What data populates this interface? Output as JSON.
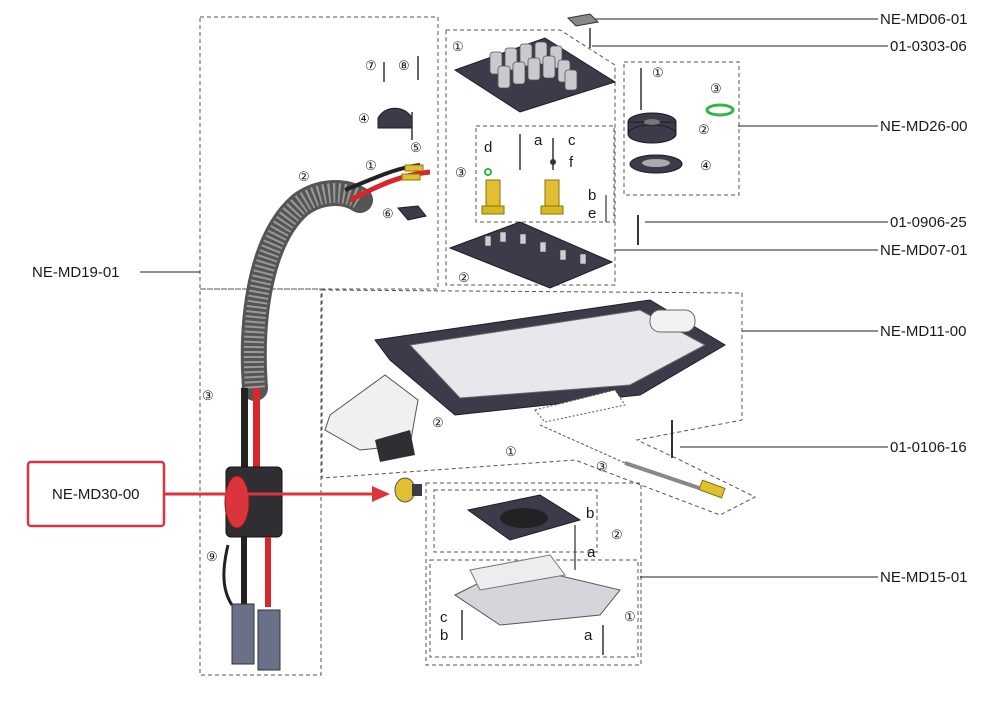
{
  "assemblies": {
    "md06": "NE-MD06-01",
    "p0303": "01-0303-06",
    "md26": "NE-MD26-00",
    "p0906": "01-0906-25",
    "md07": "NE-MD07-01",
    "md19": "NE-MD19-01",
    "md11": "NE-MD11-00",
    "p0106": "01-0106-16",
    "md30": "NE-MD30-00",
    "md15": "NE-MD15-01"
  },
  "callouts": {
    "c1": "①",
    "c2": "②",
    "c3": "③",
    "c4": "④",
    "c5": "⑤",
    "c6": "⑥",
    "c7": "⑦",
    "c8": "⑧",
    "c9": "⑨",
    "a": "a",
    "b": "b",
    "c": "c",
    "d": "d",
    "e": "e",
    "f": "f"
  },
  "colors": {
    "highlight": "#d9353a",
    "cable_red": "#d8262b",
    "ring_green": "#33b54a",
    "brass": "#e0c030"
  }
}
